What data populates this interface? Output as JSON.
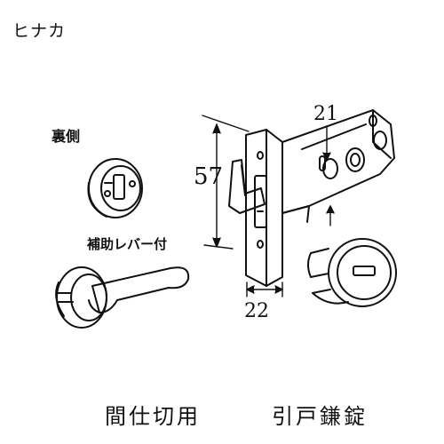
{
  "brand": "ヒナカ",
  "labels": {
    "back_side": "裏側",
    "aux_lever": "補助レバー付"
  },
  "dimensions": {
    "height": "57",
    "top_offset": "21",
    "backset": "22"
  },
  "footer": {
    "usage": "間仕切用",
    "product": "引戸鎌錠"
  }
}
